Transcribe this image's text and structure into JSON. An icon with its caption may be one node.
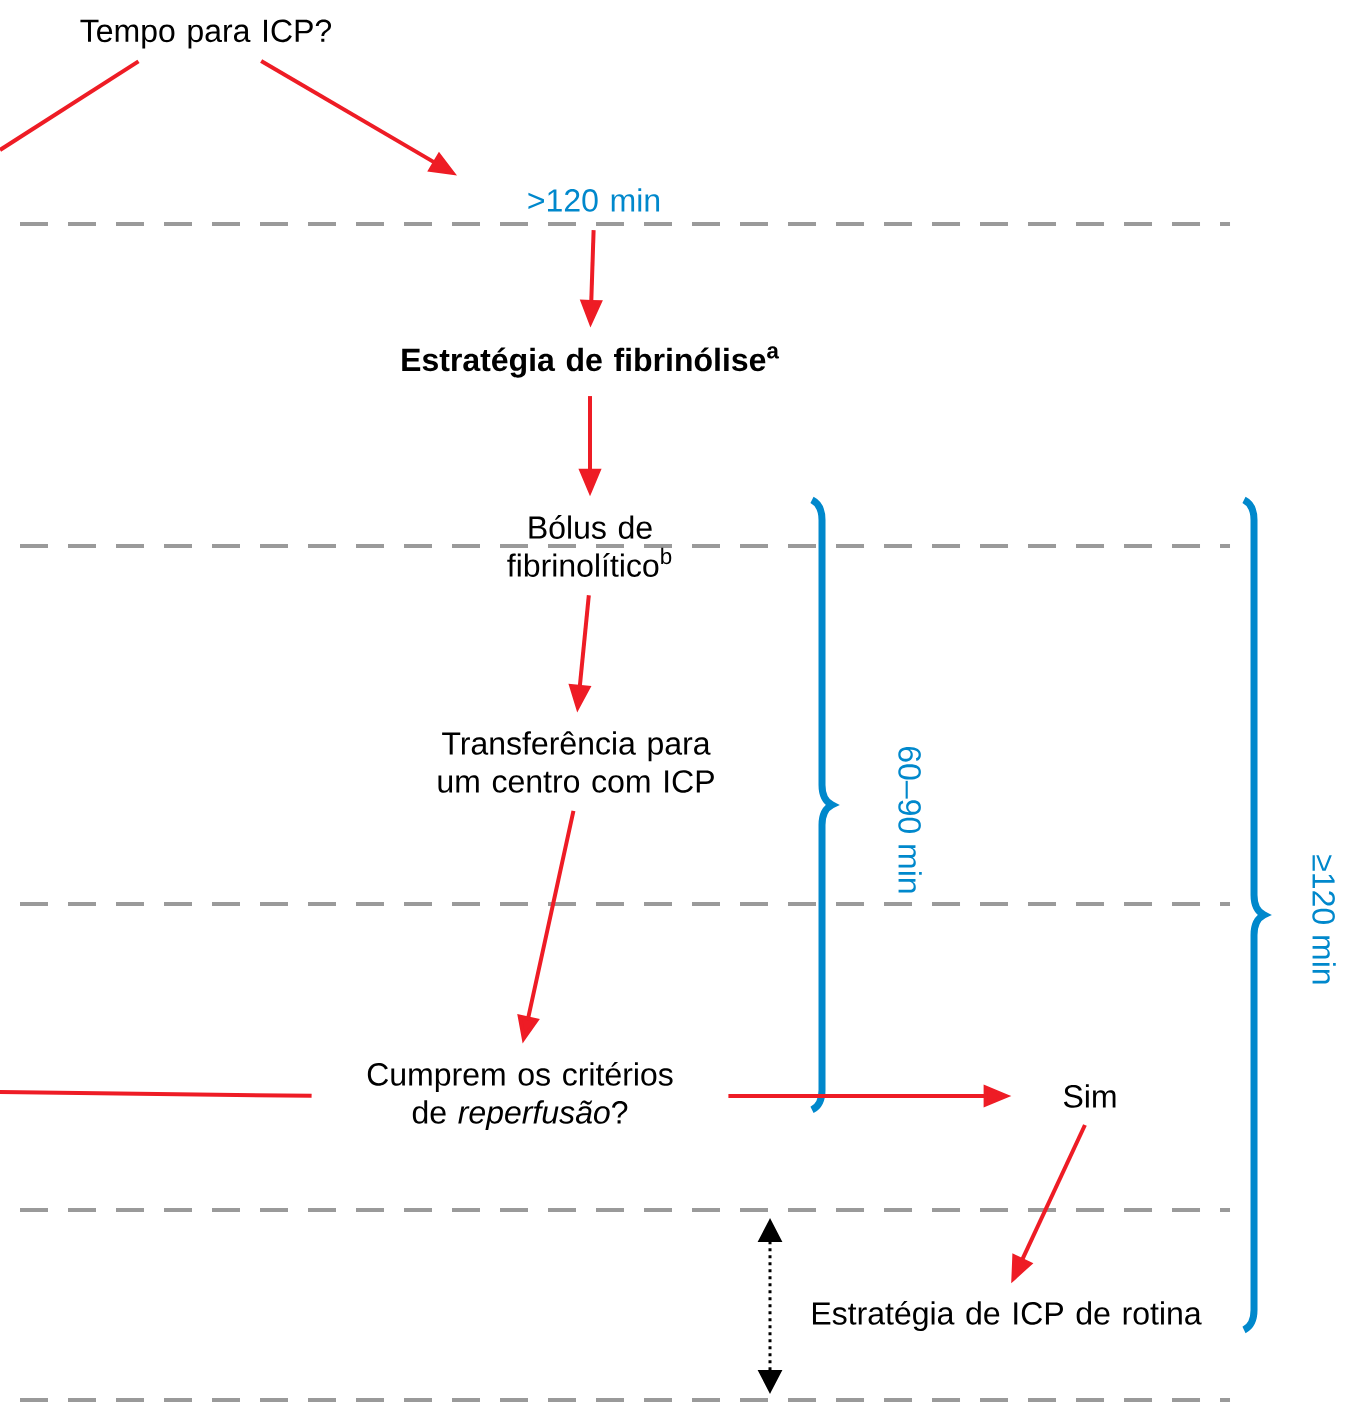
{
  "diagram": {
    "nodes": [
      {
        "text": [
          "Tempo para ICP?"
        ]
      },
      {
        "text": [
          ">120 min"
        ]
      },
      {
        "text": [
          "Estratégia de fibrinólise$^{a}$"
        ]
      },
      {
        "text": [
          "Bólus de fibrinolítico$^{b}$"
        ]
      },
      {
        "text": [
          "Transferência para um centro com ICP"
        ]
      },
      {
        "text": [
          "Cumprem os critérios de *reperfusão*?"
        ]
      },
      {
        "text": [
          "Sim"
        ]
      },
      {
        "text": [
          "Estratégia de ICP de rotina"
        ]
      }
    ],
    "edges": [
      {
        "from": 0,
        "to": null,
        "arrow": "none"
      },
      {
        "from": 0,
        "to": 1,
        "arrow": "to"
      },
      {
        "from": 1,
        "to": 2,
        "arrow": "to"
      },
      {
        "from": 2,
        "to": 3,
        "arrow": "to"
      },
      {
        "from": 3,
        "to": 4,
        "arrow": "to"
      },
      {
        "from": 4,
        "to": 5,
        "arrow": "to"
      },
      {
        "from": 5,
        "to": null,
        "arrow": "none"
      },
      {
        "from": 5,
        "to": 6,
        "arrow": "to"
      },
      {
        "from": 6,
        "to": 7,
        "arrow": "to"
      }
    ],
    "labels": [
      "60–90 min",
      "≥120 min"
    ]
  }
}
